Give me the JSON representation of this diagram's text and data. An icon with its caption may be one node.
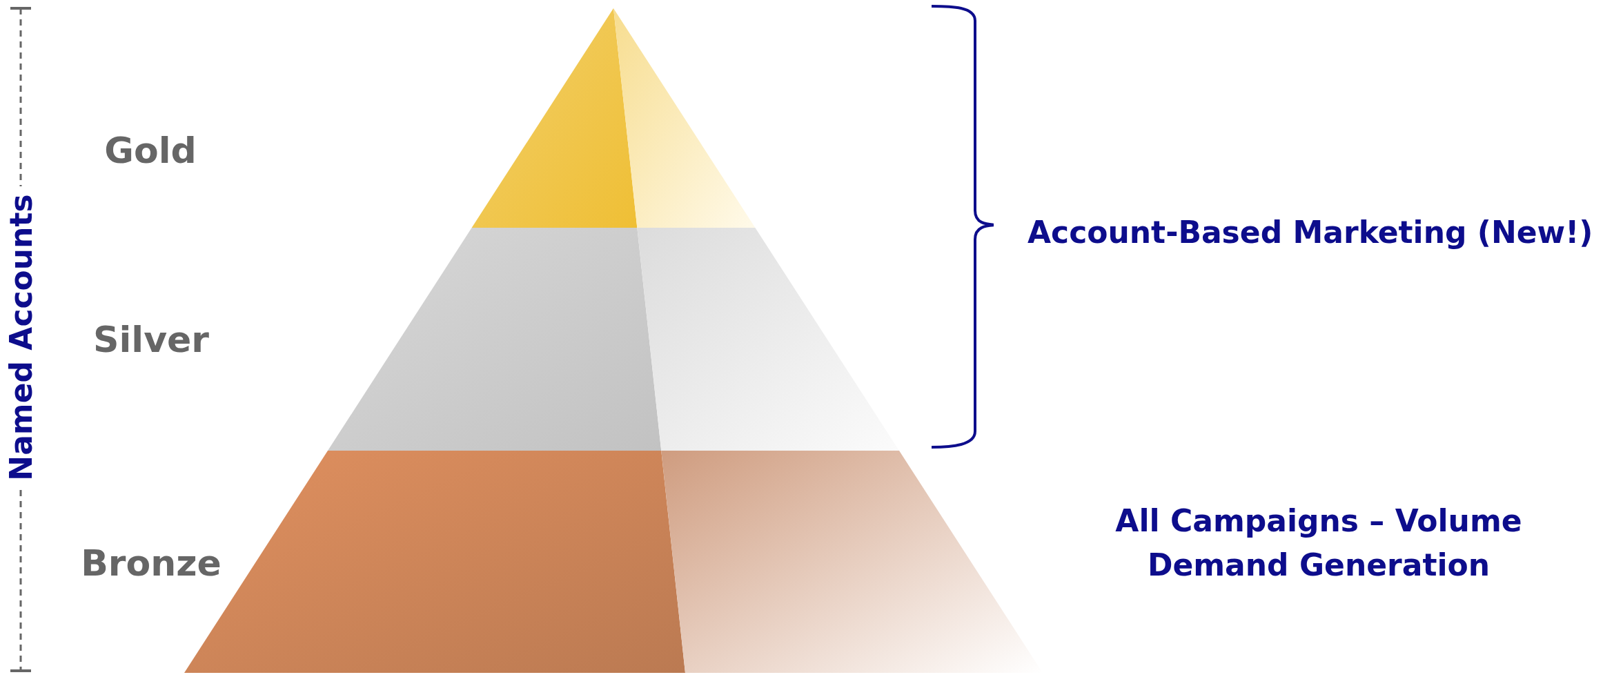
{
  "diagram": {
    "nodes": [
      {
        "text": [],
        "shape": "triangle"
      },
      {
        "text": [],
        "shape": "trapezoid"
      },
      {
        "text": [],
        "shape": "trapezoid"
      }
    ],
    "labels": [
      "Named Accounts",
      "Gold",
      "Silver",
      "Bronze",
      "Account-Based Marketing (New!)",
      "All Campaigns – Volume Demand Generation"
    ]
  }
}
